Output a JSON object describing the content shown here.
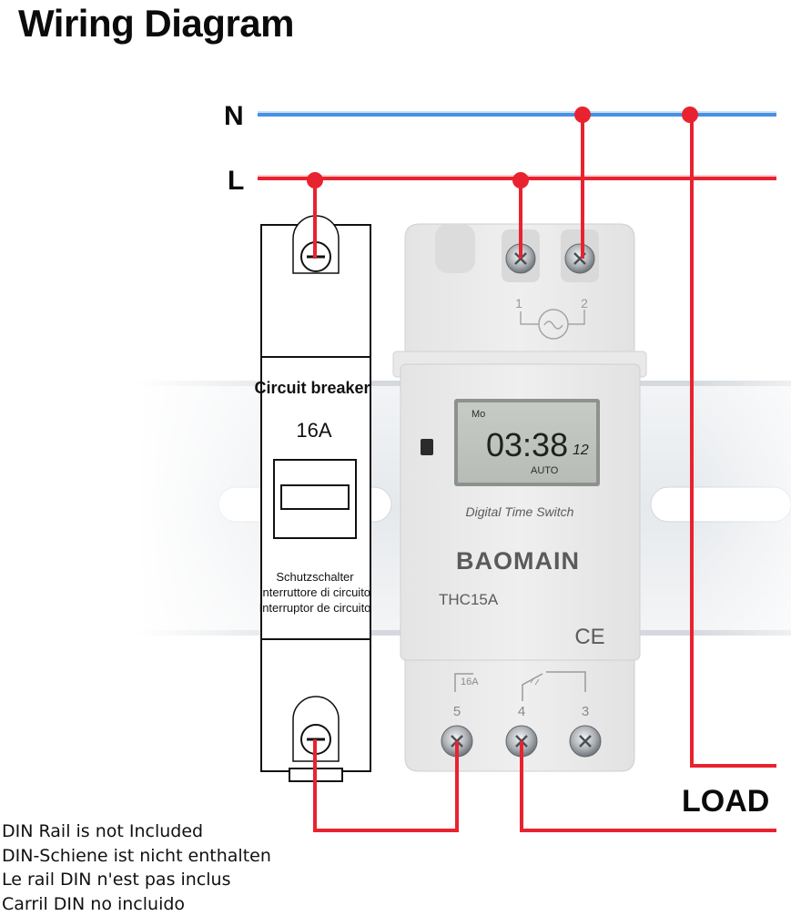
{
  "title": "Wiring Diagram",
  "lines": {
    "neutral": "N",
    "live": "L",
    "load": "LOAD"
  },
  "breaker": {
    "title": "Circuit breaker",
    "rating": "16A",
    "labels": [
      "Schutzschalter",
      "Interruttore di circuito",
      "Interruptor de circuito"
    ]
  },
  "timer": {
    "display": {
      "day": "Mo",
      "time": "03:38",
      "seconds": "12",
      "mode": "AUTO"
    },
    "product_name": "Digital Time Switch",
    "brand": "BAOMAIN",
    "model": "THC15A",
    "mark": "CE",
    "top_terminals": [
      "1",
      "2"
    ],
    "bottom_terminals": [
      "5",
      "4",
      "3"
    ],
    "contact_rating": "16A"
  },
  "notes": [
    "DIN Rail is not Included",
    "DIN-Schiene ist nicht enthalten",
    "Le rail DIN n'est pas inclus",
    "Carril DIN no incluido"
  ],
  "colors": {
    "neutral": "#4a90e2",
    "live": "#e8232f",
    "rail": "#e3e6ea",
    "device": "#ececec"
  },
  "icons": [
    "screw-terminal-icon",
    "ac-source-icon",
    "relay-contact-icon",
    "ce-mark-icon"
  ]
}
